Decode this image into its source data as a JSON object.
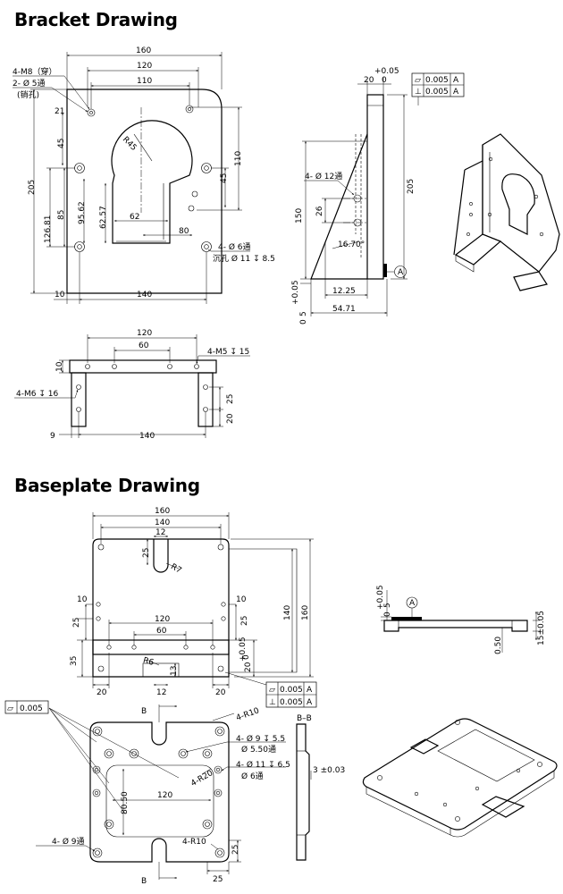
{
  "titles": {
    "bracket": "Bracket Drawing",
    "baseplate": "Baseplate Drawing"
  },
  "bracket_front": {
    "d160": "160",
    "d120": "120",
    "d110": "110",
    "note_m8": "4-M8（穿）",
    "note_phi5": "2- Ø 5通",
    "note_pin": "(销孔)",
    "d21": "21",
    "d45": "45",
    "r45": "R45",
    "d205": "205",
    "d126": "126.81",
    "d85": "85",
    "d95": "95.62",
    "d62v": "62.57",
    "d62": "62",
    "d80": "80",
    "d110r": "110",
    "d45r": "45",
    "note_phi6": "4- Ø 6通",
    "note_cb": "沉孔 Ø 11 ↧ 8.5",
    "d10": "10",
    "d140": "140"
  },
  "bracket_side": {
    "tol_top": "+0.05",
    "d20": "20",
    "d0": "0",
    "note_phi12": "4- Ø 12通",
    "d26": "26",
    "d150": "150",
    "d205": "205",
    "angle": "16.70°",
    "d12": "12.25",
    "d54": "54.71",
    "tol_bot": "+0.05",
    "d5": "5",
    "d0b": "0",
    "datum": "A"
  },
  "gdt_bracket": [
    {
      "sym": "▱",
      "val": "0.005",
      "ref": "A"
    },
    {
      "sym": "⊥",
      "val": "0.005",
      "ref": "A"
    }
  ],
  "bracket_top": {
    "d120": "120",
    "d60": "60",
    "note_m5": "4-M5 ↧ 15",
    "note_m6": "4-M6 ↧ 16",
    "d10": "10",
    "d25": "25",
    "d20": "20",
    "d9": "9",
    "d140": "140"
  },
  "base_top": {
    "d160": "160",
    "d140": "140",
    "d12": "12",
    "d25": "25",
    "r7": "R7",
    "d10l": "10",
    "d25l": "25",
    "d10r": "10",
    "d25r": "25",
    "d120": "120",
    "d60": "60",
    "d35": "35",
    "r6": "R6",
    "d13": "13",
    "d20l": "20",
    "d12b": "12",
    "d20r": "20",
    "tol": "+0.05",
    "d0": "0",
    "d20v": "20",
    "d140v": "140",
    "d160v": "160"
  },
  "gdt_base": [
    {
      "sym": "▱",
      "val": "0.005",
      "ref": "A"
    },
    {
      "sym": "⊥",
      "val": "0.005",
      "ref": "A"
    }
  ],
  "base_side": {
    "tol": "+0.05",
    "d5": "5",
    "d0": "0",
    "datum": "A",
    "d050": "0.50",
    "d15": "15±0.05"
  },
  "plate": {
    "flat_sym": "▱",
    "flat_val": "0.005",
    "sec": "B",
    "r10t": "4-R10",
    "note_phi9": "4- Ø 9 ↧ 5.5",
    "note_phi55": "Ø 5.50通",
    "note_phi11": "4- Ø 11 ↧ 6.5",
    "note_phi6": "Ø 6通",
    "r20": "4-R20",
    "d120": "120",
    "d80": "80.50",
    "phi9": "4- Ø 9通",
    "r10b": "4-R10",
    "d25v": "25",
    "d25h": "25",
    "sec_bb": "B–B",
    "thick": "3 ±0.03"
  }
}
